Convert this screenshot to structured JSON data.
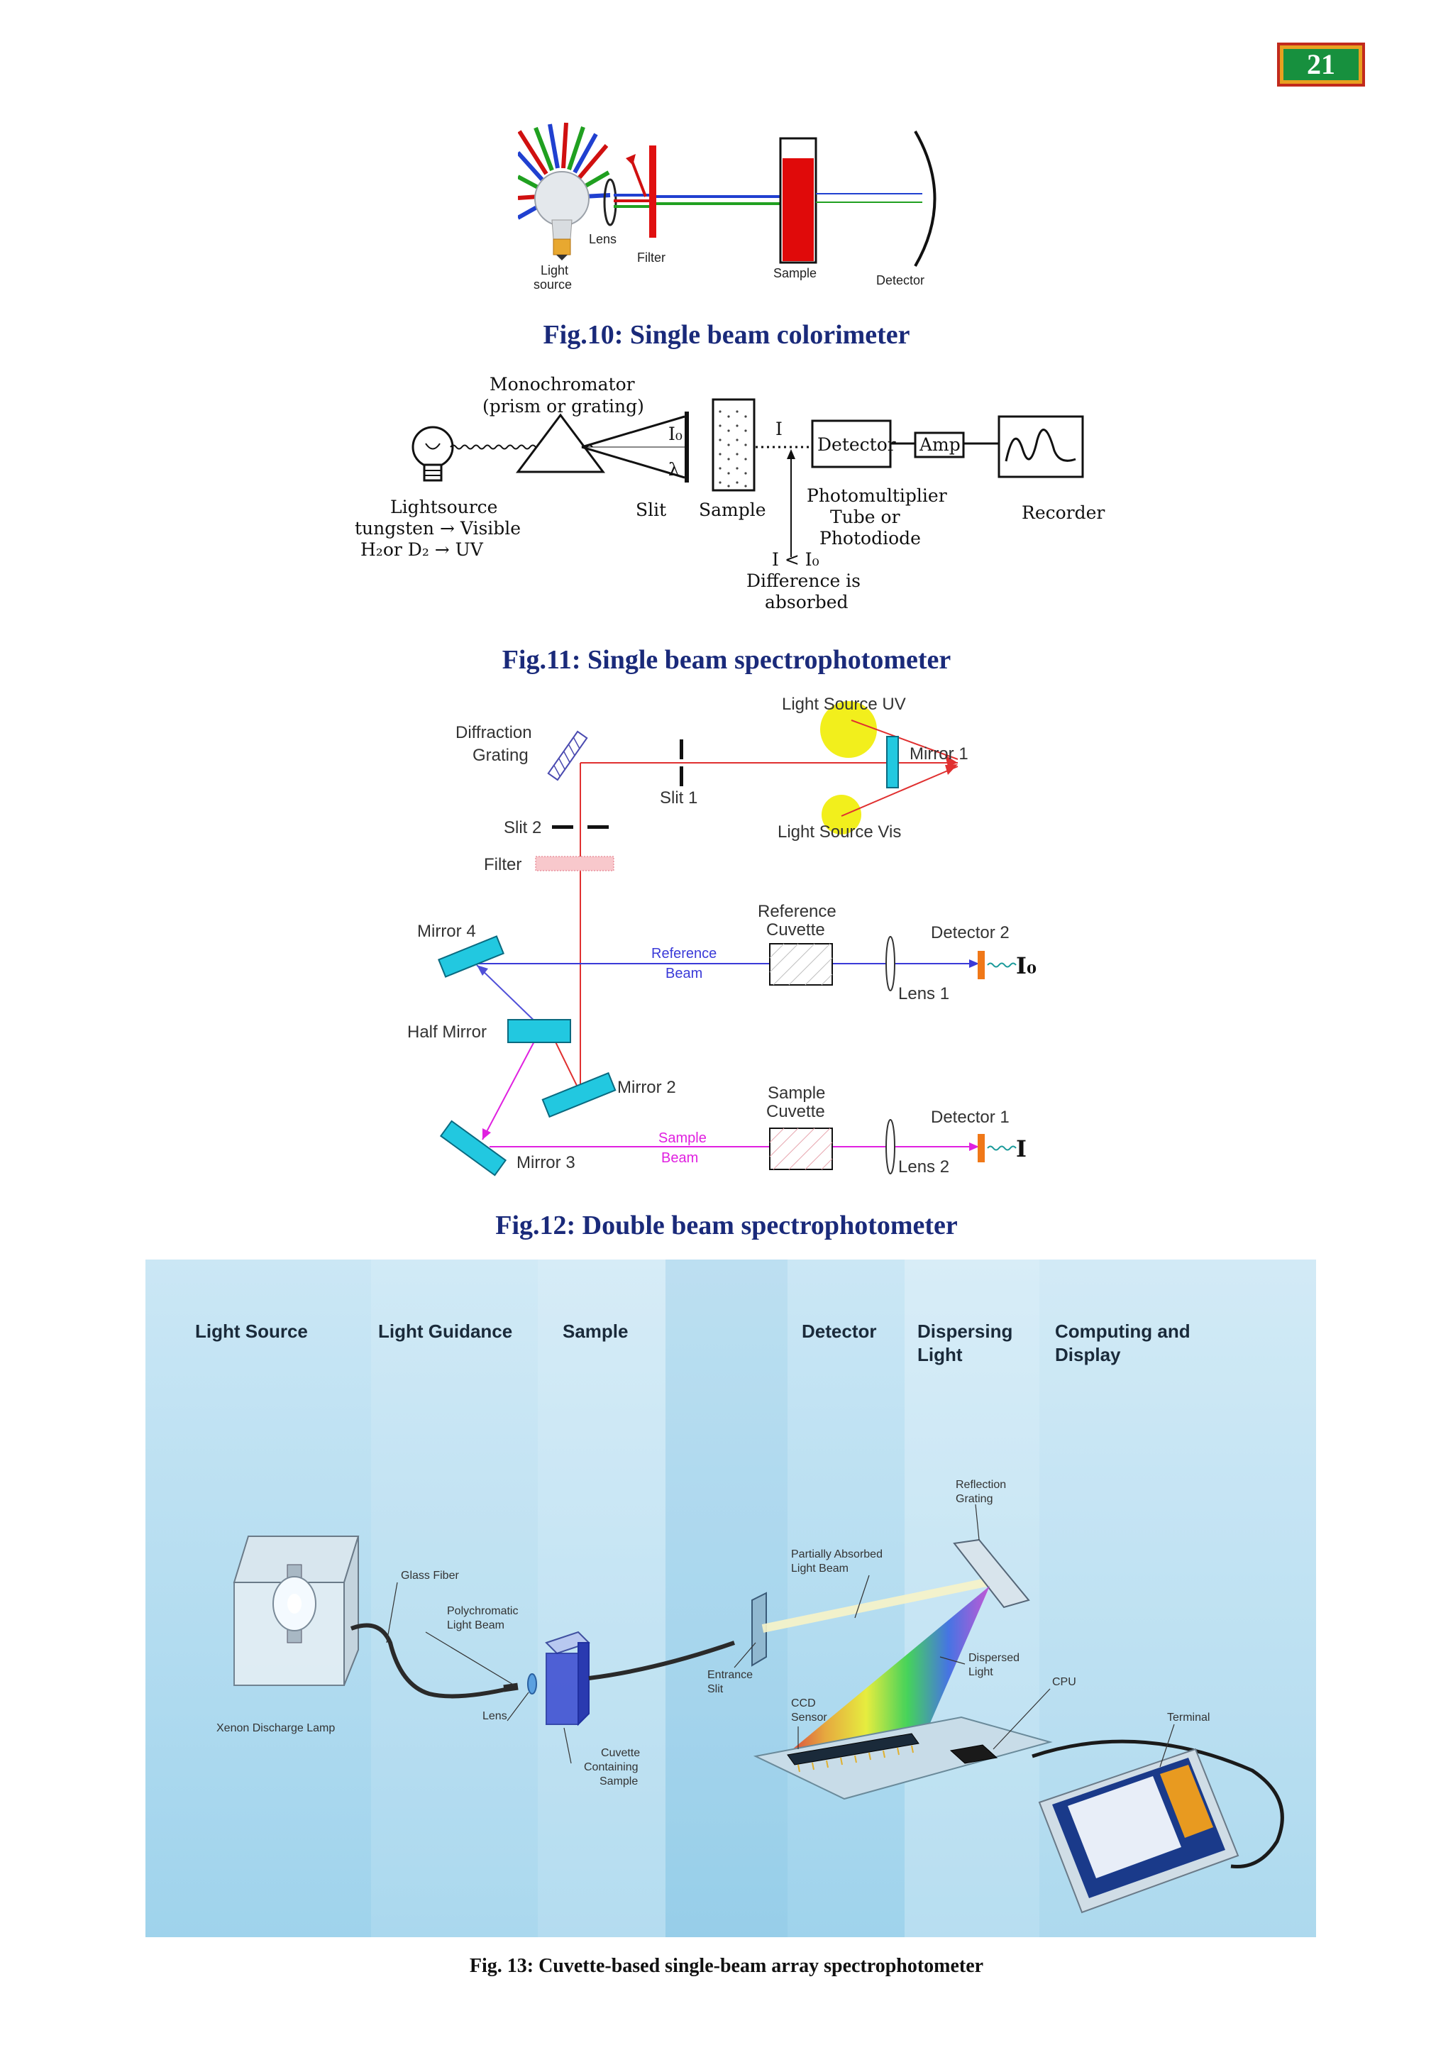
{
  "page_number": "21",
  "fig10": {
    "caption": "Fig.10: Single beam colorimeter",
    "labels": {
      "lens": "Lens",
      "filter": "Filter",
      "light_source_1": "Light",
      "light_source_2": "source",
      "sample": "Sample",
      "detector": "Detector"
    }
  },
  "fig11": {
    "caption": "Fig.11: Single beam spectrophotometer",
    "labels": {
      "mono_1": "Monochromator",
      "mono_2": "(prism or grating)",
      "i0": "I₀",
      "lambda": "λ",
      "i": "I",
      "detector": "Detector",
      "amp": "Amp",
      "pmt_1": "Photomultiplier",
      "pmt_2": "Tube or",
      "pmt_3": "Photodiode",
      "recorder": "Recorder",
      "slit": "Slit",
      "sample": "Sample",
      "ls_1": "Lightsource",
      "ls_2": "tungsten → Visible",
      "ls_3": "H₂or D₂ → UV",
      "abs_1": "I < I₀",
      "abs_2": "Difference is",
      "abs_3": "absorbed"
    }
  },
  "fig12": {
    "caption": "Fig.12: Double beam spectrophotometer",
    "labels": {
      "ls_uv": "Light Source UV",
      "ls_vis": "Light Source Vis",
      "grating_1": "Diffraction",
      "grating_2": "Grating",
      "slit1": "Slit 1",
      "slit2": "Slit 2",
      "filter": "Filter",
      "mirror1": "Mirror 1",
      "mirror2": "Mirror 2",
      "mirror3": "Mirror 3",
      "mirror4": "Mirror 4",
      "half_mirror": "Half Mirror",
      "ref_cuv_1": "Reference",
      "ref_cuv_2": "Cuvette",
      "ref_beam_1": "Reference",
      "ref_beam_2": "Beam",
      "sam_cuv_1": "Sample",
      "sam_cuv_2": "Cuvette",
      "sam_beam_1": "Sample",
      "sam_beam_2": "Beam",
      "det2": "Detector 2",
      "det1": "Detector 1",
      "lens1": "Lens 1",
      "lens2": "Lens 2",
      "i0": "I₀",
      "i": "I"
    }
  },
  "fig13": {
    "caption": "Fig. 13: Cuvette-based single-beam array spectrophotometer",
    "headers": {
      "light_source": "Light Source",
      "light_guidance": "Light Guidance",
      "sample": "Sample",
      "detector": "Detector",
      "dispersing_1": "Dispersing",
      "dispersing_2": "Light",
      "computing_1": "Computing and",
      "computing_2": "Display"
    },
    "labels": {
      "glass_fiber": "Glass Fiber",
      "poly_1": "Polychromatic",
      "poly_2": "Light Beam",
      "lens": "Lens",
      "xenon": "Xenon Discharge Lamp",
      "cuv_1": "Cuvette",
      "cuv_2": "Containing",
      "cuv_3": "Sample",
      "entrance_1": "Entrance",
      "entrance_2": "Slit",
      "partial_1": "Partially Absorbed",
      "partial_2": "Light Beam",
      "reflection_1": "Reflection",
      "reflection_2": "Grating",
      "dispersed_1": "Dispersed",
      "dispersed_2": "Light",
      "ccd_1": "CCD",
      "ccd_2": "Sensor",
      "cpu": "CPU",
      "terminal": "Terminal"
    }
  }
}
